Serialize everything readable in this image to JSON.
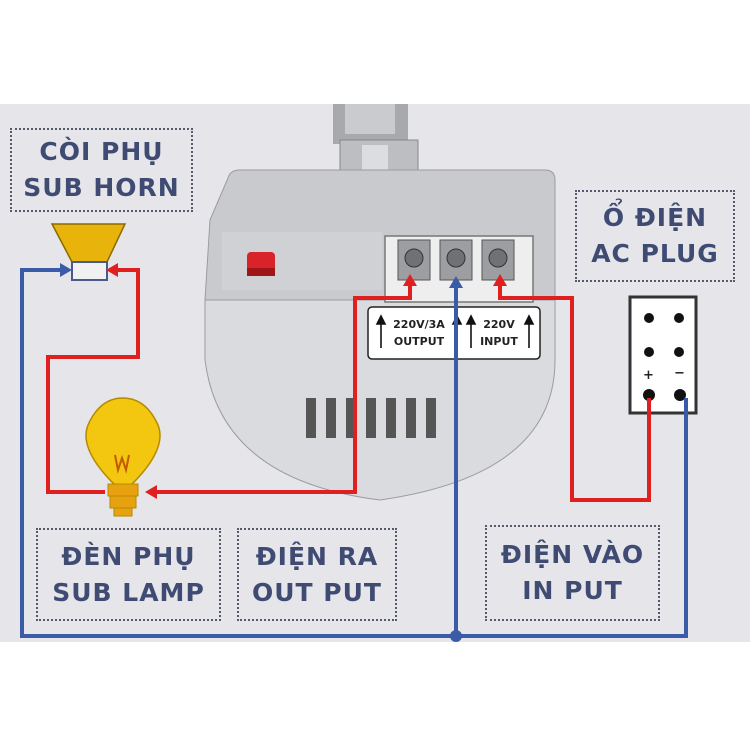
{
  "colors": {
    "background": "#e6e6ea",
    "wire_red": "#e02020",
    "wire_blue": "#3a5ba8",
    "label_text": "#3f4b72",
    "horn_yellow": "#e8b40c",
    "lamp_yellow": "#f3c60f"
  },
  "labels": {
    "horn": [
      "CÒI PHỤ",
      "SUB HORN"
    ],
    "plug": [
      "Ổ ĐIỆN",
      "AC PLUG"
    ],
    "lamp": [
      "ĐÈN PHỤ",
      "SUB LAMP"
    ],
    "output": [
      "ĐIỆN RA",
      "OUT PUT"
    ],
    "input": [
      "ĐIỆN VÀO",
      "IN PUT"
    ]
  },
  "terminals": {
    "output_rating": "220V/3A",
    "output_name": "OUTPUT",
    "input_rating": "220V",
    "input_name": "INPUT"
  },
  "plug_polarity": {
    "plus": "+",
    "minus": "−"
  },
  "icons": [
    "horn-icon",
    "lamp-icon",
    "sensor-device",
    "ac-plug-icon"
  ]
}
